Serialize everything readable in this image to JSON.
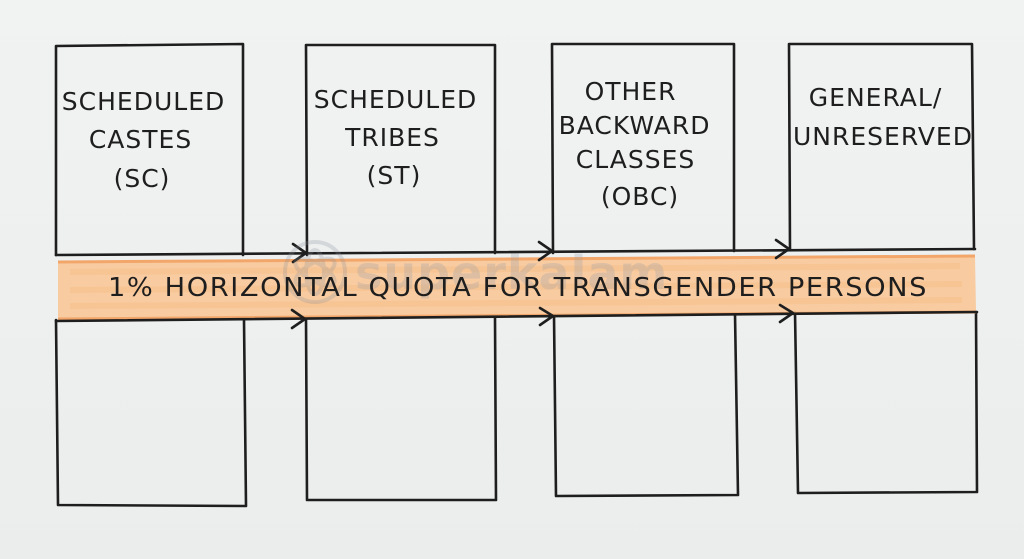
{
  "columns": [
    {
      "lines": [
        "SCHEDULED",
        "CASTES",
        "(SC)"
      ]
    },
    {
      "lines": [
        "SCHEDULED",
        "TRIBES",
        "(ST)"
      ]
    },
    {
      "lines": [
        "OTHER",
        "BACKWARD",
        "CLASSES",
        "(OBC)"
      ]
    },
    {
      "lines": [
        "GENERAL/",
        "UNRESERVED"
      ]
    }
  ],
  "band": {
    "text": "1% HORIZONTAL QUOTA FOR TRANSGENDER PERSONS",
    "fill_color": "#f9c89a",
    "edge_color": "#f2a66a"
  },
  "watermark": {
    "text": "superkalam"
  },
  "colors": {
    "ink": "#1e1e1e",
    "paper": "#eef0f0"
  }
}
